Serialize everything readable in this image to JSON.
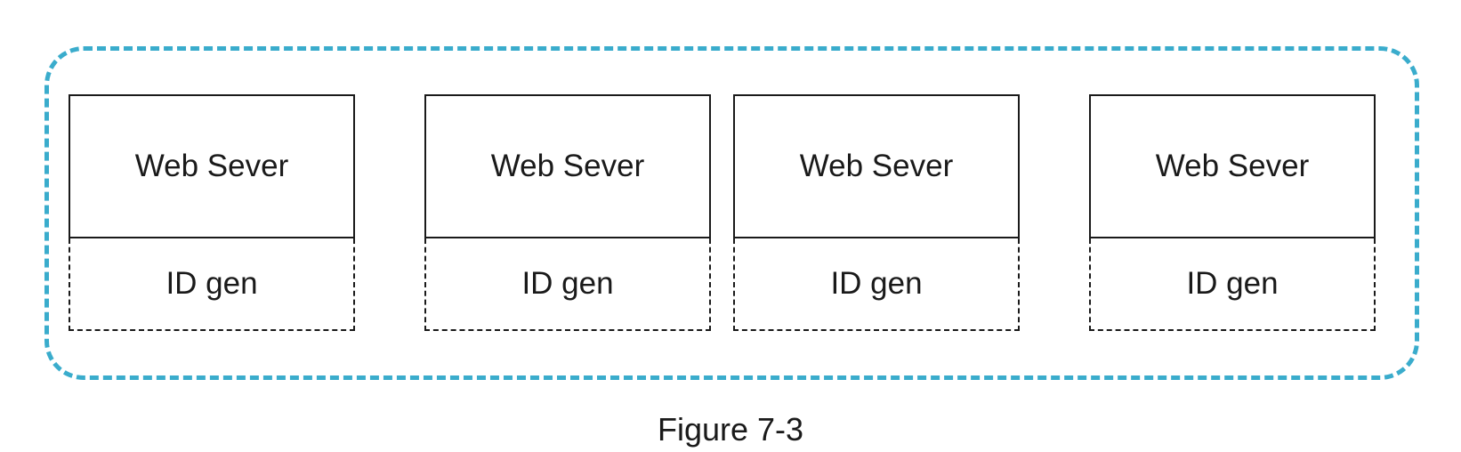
{
  "diagram": {
    "nodes": [
      {
        "server_label": "Web Sever",
        "generator_label": "ID gen"
      },
      {
        "server_label": "Web Sever",
        "generator_label": "ID gen"
      },
      {
        "server_label": "Web Sever",
        "generator_label": "ID gen"
      },
      {
        "server_label": "Web Sever",
        "generator_label": "ID gen"
      }
    ],
    "caption": "Figure 7-3"
  },
  "colors": {
    "cluster_border": "#3aaccc",
    "box_border": "#1a1a1a",
    "text": "#1a1a1a",
    "background": "#ffffff"
  }
}
